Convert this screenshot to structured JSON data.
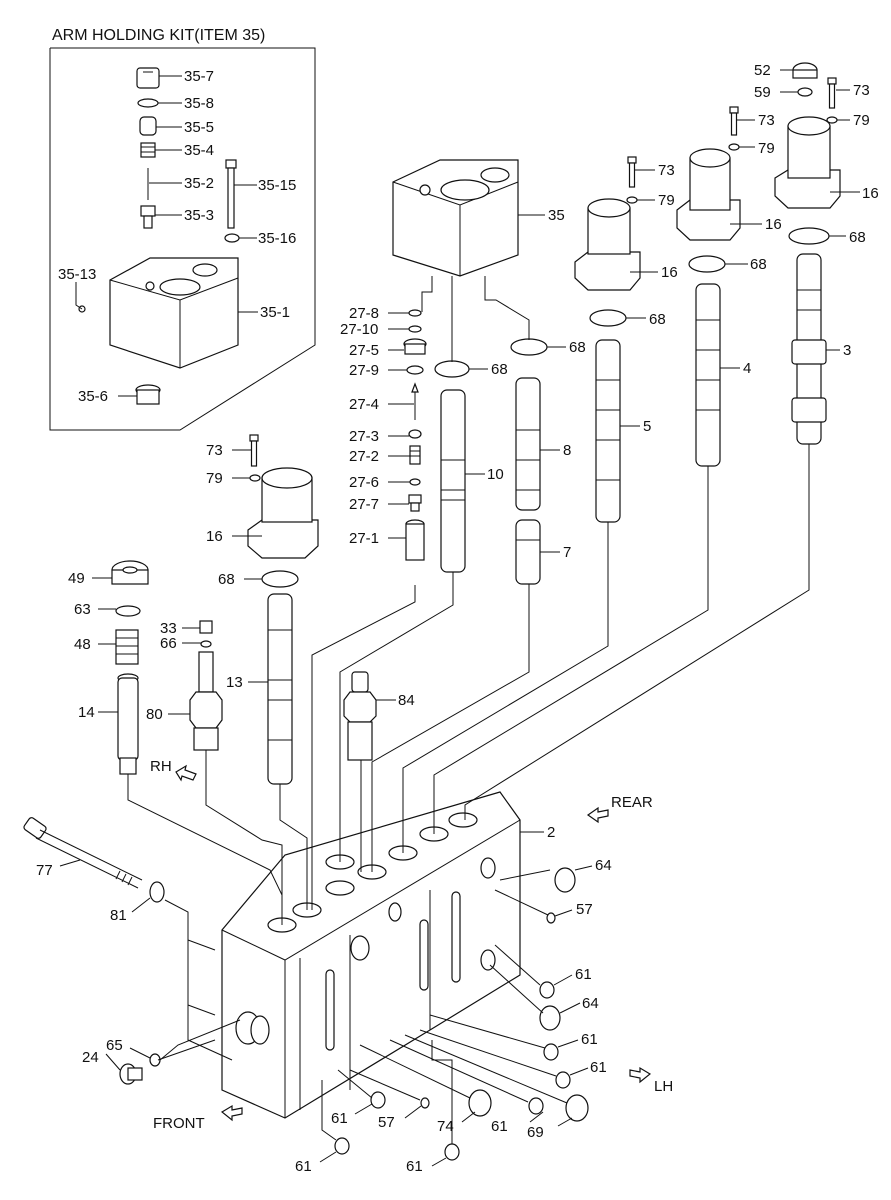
{
  "kit": {
    "title": "ARM HOLDING KIT(ITEM 35)"
  },
  "kit_labels": {
    "l35_7": "35-7",
    "l35_8": "35-8",
    "l35_5": "35-5",
    "l35_4": "35-4",
    "l35_2": "35-2",
    "l35_15": "35-15",
    "l35_3": "35-3",
    "l35_16": "35-16",
    "l35_13": "35-13",
    "l35_1": "35-1",
    "l35_6": "35-6"
  },
  "labels": {
    "p52": "52",
    "p59": "59",
    "p73a": "73",
    "p73b": "73",
    "p73c": "73",
    "p73d": "73",
    "p79a": "79",
    "p79b": "79",
    "p79c": "79",
    "p79d": "79",
    "p16a": "16",
    "p16b": "16",
    "p16c": "16",
    "p16d": "16",
    "p68a": "68",
    "p68b": "68",
    "p68c": "68",
    "p68d": "68",
    "p68e": "68",
    "p68f": "68",
    "p35": "35",
    "p3": "3",
    "p4": "4",
    "p5": "5",
    "p7": "7",
    "p8": "8",
    "p10": "10",
    "p27_8": "27-8",
    "p27_10": "27-10",
    "p27_5": "27-5",
    "p27_9": "27-9",
    "p27_4": "27-4",
    "p27_3": "27-3",
    "p27_2": "27-2",
    "p27_6": "27-6",
    "p27_7": "27-7",
    "p27_1": "27-1",
    "p49": "49",
    "p63": "63",
    "p48": "48",
    "p14": "14",
    "p33": "33",
    "p66": "66",
    "p80": "80",
    "p13": "13",
    "p84": "84",
    "p77": "77",
    "p81": "81",
    "p2": "2",
    "p64a": "64",
    "p64b": "64",
    "p57a": "57",
    "p57b": "57",
    "p61a": "61",
    "p61b": "61",
    "p61c": "61",
    "p61d": "61",
    "p61e": "61",
    "p61f": "61",
    "p61g": "61",
    "p24": "24",
    "p65": "65",
    "p74": "74",
    "p69": "69"
  },
  "directions": {
    "rh": "RH",
    "rear": "REAR",
    "front": "FRONT",
    "lh": "LH"
  }
}
